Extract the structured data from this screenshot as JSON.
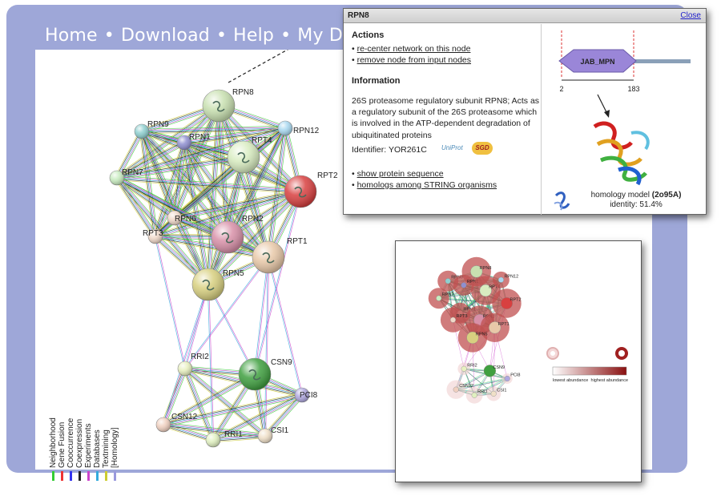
{
  "nav": {
    "items": [
      "Home",
      "Download",
      "Help",
      "My Data"
    ],
    "separator": "•"
  },
  "network": {
    "nodes": [
      {
        "id": "RPN8",
        "color": "#c8e0b0",
        "big": true
      },
      {
        "id": "RPN9",
        "color": "#8fd0d0"
      },
      {
        "id": "RPN1",
        "color": "#8f8fd0"
      },
      {
        "id": "RPT4",
        "color": "#d8ecc0",
        "big": true
      },
      {
        "id": "RPN12",
        "color": "#a8d8f0"
      },
      {
        "id": "RPN7",
        "color": "#c8ecc0"
      },
      {
        "id": "RPT2",
        "color": "#d84040",
        "big": true
      },
      {
        "id": "RPN6",
        "color": "#f0d8c8"
      },
      {
        "id": "RPN2",
        "color": "#d890a8",
        "big": true
      },
      {
        "id": "RPT3",
        "color": "#f0d8c8"
      },
      {
        "id": "RPT1",
        "color": "#e8c8a8",
        "big": true
      },
      {
        "id": "RPN5",
        "color": "#d8d080",
        "big": true
      },
      {
        "id": "RRI2",
        "color": "#e8f0c0"
      },
      {
        "id": "CSN9",
        "color": "#40a040",
        "big": true
      },
      {
        "id": "PCI8",
        "color": "#b0a8e0"
      },
      {
        "id": "CSN12",
        "color": "#f0d0c0"
      },
      {
        "id": "RRI1",
        "color": "#e0f0c0"
      },
      {
        "id": "CSI1",
        "color": "#f0e0c8"
      }
    ],
    "legend": [
      "Neighborhood",
      "Gene Fusion",
      "Cooccurrence",
      "Coexpression",
      "Experiments",
      "Databases",
      "Textmining",
      "[Homology]"
    ],
    "legend_colors": [
      "#33cc33",
      "#ee3333",
      "#3333ee",
      "#222222",
      "#cc44cc",
      "#33aadd",
      "#cccc33",
      "#9999dd"
    ]
  },
  "popup": {
    "title": "RPN8",
    "close": "Close",
    "actions_heading": "Actions",
    "actions": [
      "re-center network on this node",
      "remove node from input nodes"
    ],
    "information_heading": "Information",
    "description": "26S proteasome regulatory subunit RPN8; Acts as a regulatory subunit of the 26S proteasome which is involved in the ATP-dependent degradation of ubiquitinated proteins",
    "identifier_label": "Identifier:",
    "identifier": "YOR261C",
    "uniprot_logo": "UniProt",
    "sgd_logo": "SGD",
    "links": [
      "show protein sequence",
      "homologs among STRING organisms"
    ],
    "domain_label": "JAB_MPN",
    "domain_start": "2",
    "domain_end": "183",
    "homology_prefix": "homology model",
    "homology_model": "(2o95A)",
    "identity": "identity: 51.4%"
  },
  "inset": {
    "lowest": "lowest abundance",
    "highest": "highest abundance"
  }
}
